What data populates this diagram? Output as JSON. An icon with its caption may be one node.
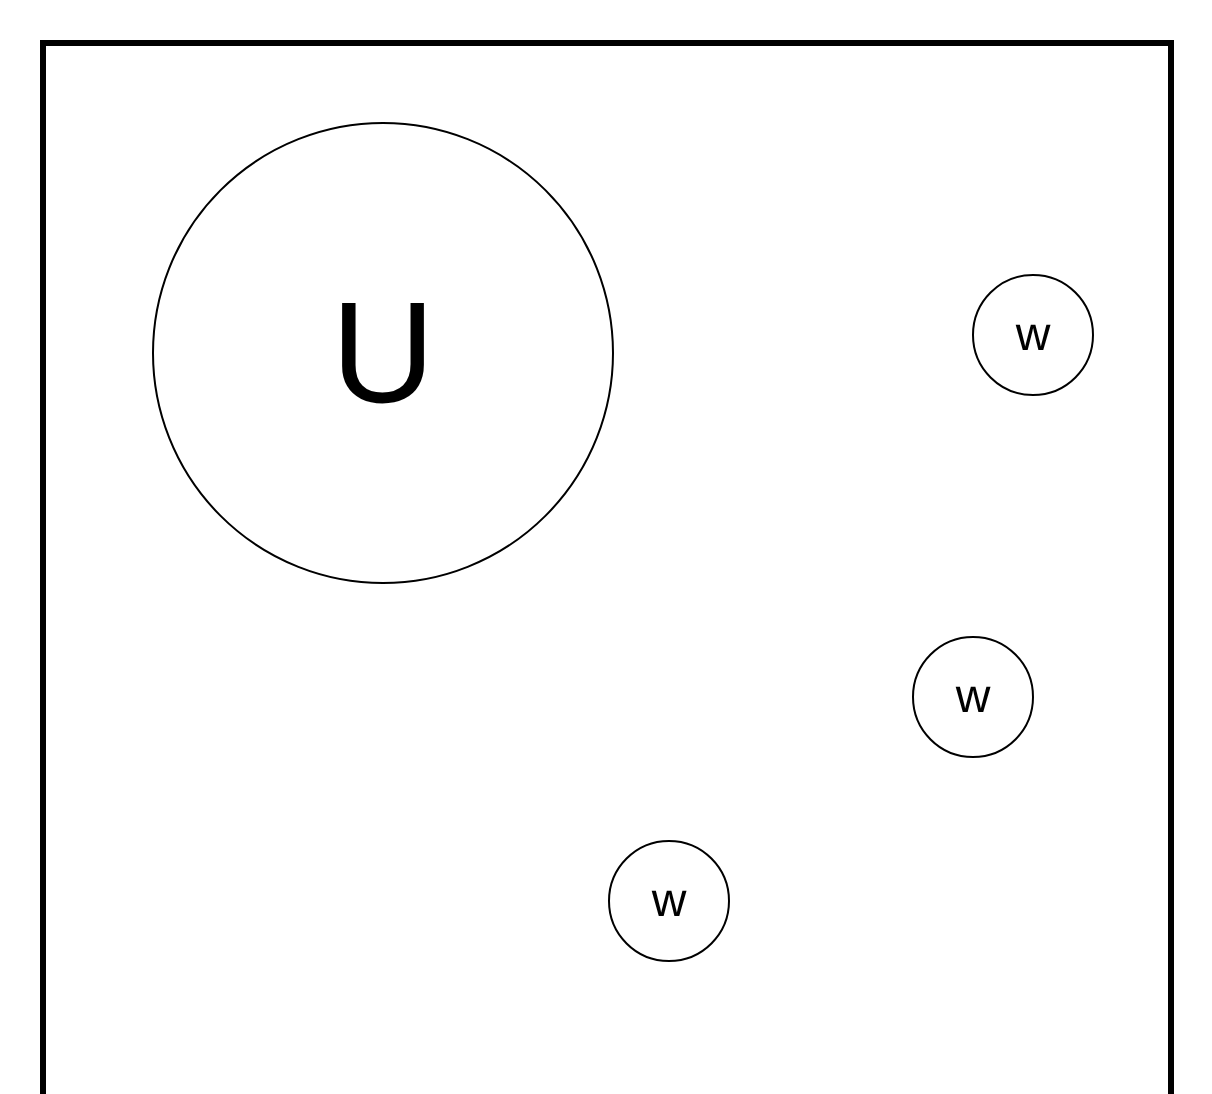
{
  "diagram": {
    "nodes": [
      {
        "text": [],
        "shape": "box"
      },
      {
        "text": [
          "U"
        ],
        "in": 0
      },
      {
        "text": [
          "w"
        ],
        "in": 0
      },
      {
        "text": [
          "w"
        ],
        "in": 0
      },
      {
        "text": [
          "w"
        ],
        "in": 0
      }
    ]
  }
}
